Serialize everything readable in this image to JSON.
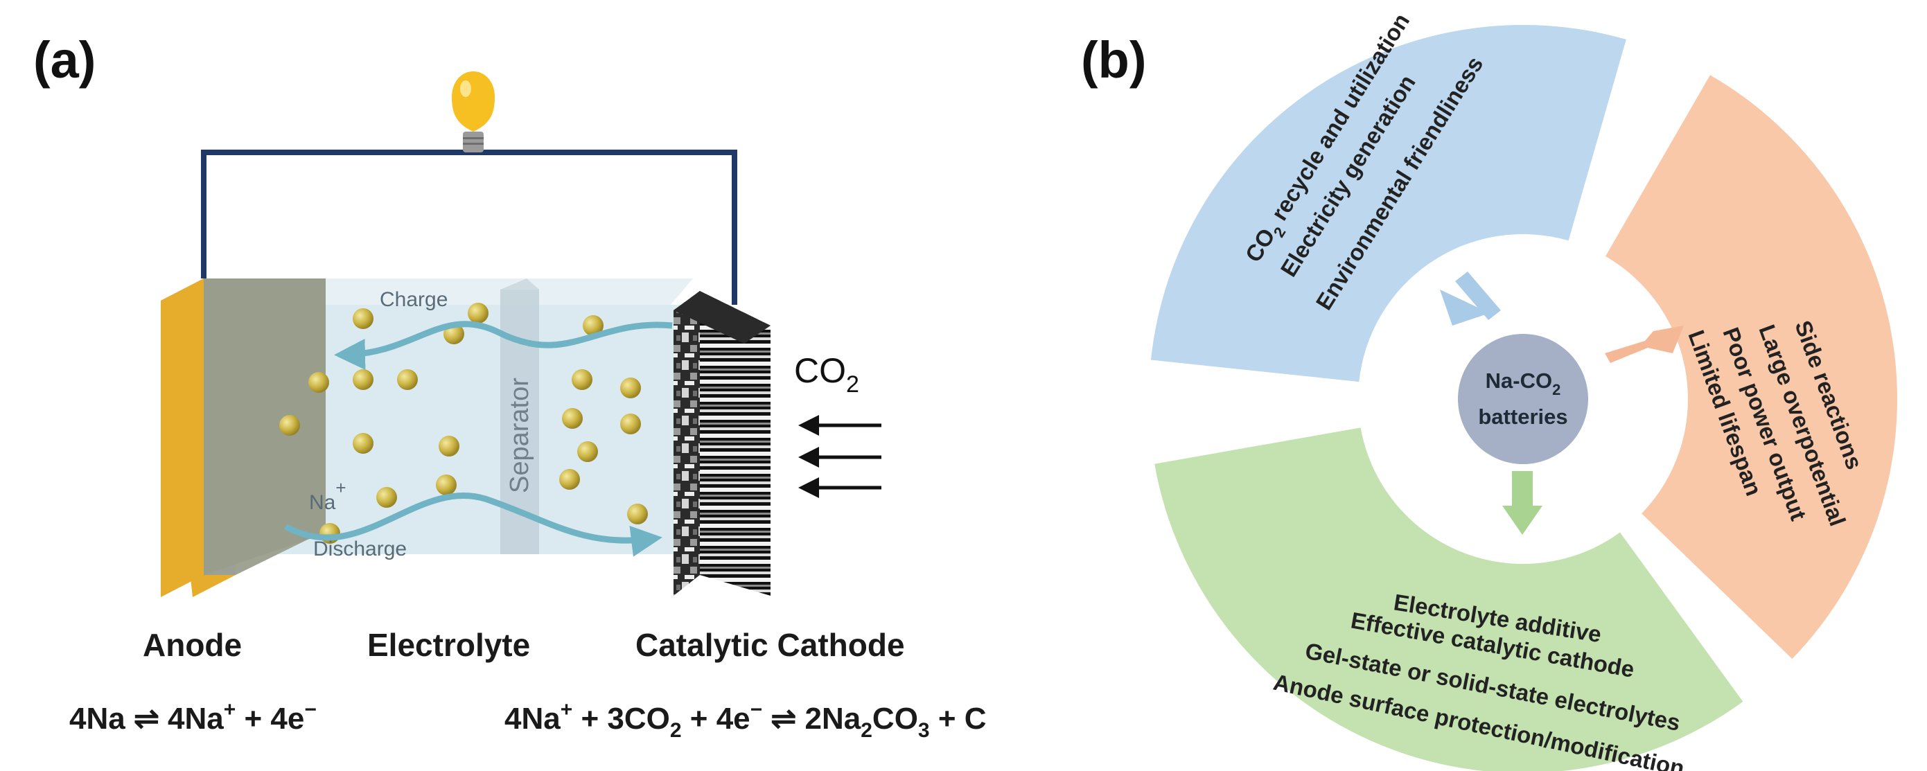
{
  "panel_a": {
    "label": "(a)",
    "flow_labels": {
      "charge": "Charge",
      "discharge": "Discharge"
    },
    "ion": {
      "base": "Na",
      "charge": "+"
    },
    "separator": "Separator",
    "gas": {
      "base": "CO",
      "sub": "2"
    },
    "captions": {
      "anode": "Anode",
      "electrolyte": "Electrolyte",
      "cathode": "Catalytic Cathode"
    },
    "anode_equation": {
      "left": "4Na ⇌ 4Na",
      "sup": "+",
      "right": " + 4e",
      "sup2": "−"
    },
    "cathode_equation": {
      "p1": "4Na",
      "s1": "+",
      "p2": " + 3CO",
      "b1": "2",
      "p3": " + 4e",
      "s2": "−",
      "p4": " ⇌ 2Na",
      "b2": "2",
      "p5": "CO",
      "b3": "3",
      "p6": " + C"
    },
    "colors": {
      "anode": "#e6ad2c",
      "electrolyte": "#d8e9ef",
      "ion": "#c9b441",
      "wire": "#1f3866",
      "bulb": "#f6bf22",
      "flow_arrow": "#6fb3c4"
    }
  },
  "panel_b": {
    "label": "(b)",
    "center": {
      "line1_base": "Na-CO",
      "line1_sub": "2",
      "line2": "batteries"
    },
    "advantages": {
      "line1": {
        "base": "CO",
        "sub": "2",
        "rest": " recycle and utilization"
      },
      "line2": "Electricity generation",
      "line3": "Environmental friendliness"
    },
    "challenges": [
      "Side reactions",
      "Large overpotential",
      "Poor power output",
      "Limited lifespan"
    ],
    "strategies": [
      "Electrolyte additive",
      "Effective catalytic cathode",
      "Gel-state or solid-state electrolytes",
      "Anode surface protection/modification"
    ],
    "colors": {
      "advantages": "#bcd7ee",
      "challenges": "#f8c8a9",
      "strategies": "#c4e1b0",
      "center": "#a5b0c6",
      "arrow_advantages": "#a9cbe8",
      "arrow_challenges": "#f5b897",
      "arrow_strategies": "#a8d390"
    }
  }
}
